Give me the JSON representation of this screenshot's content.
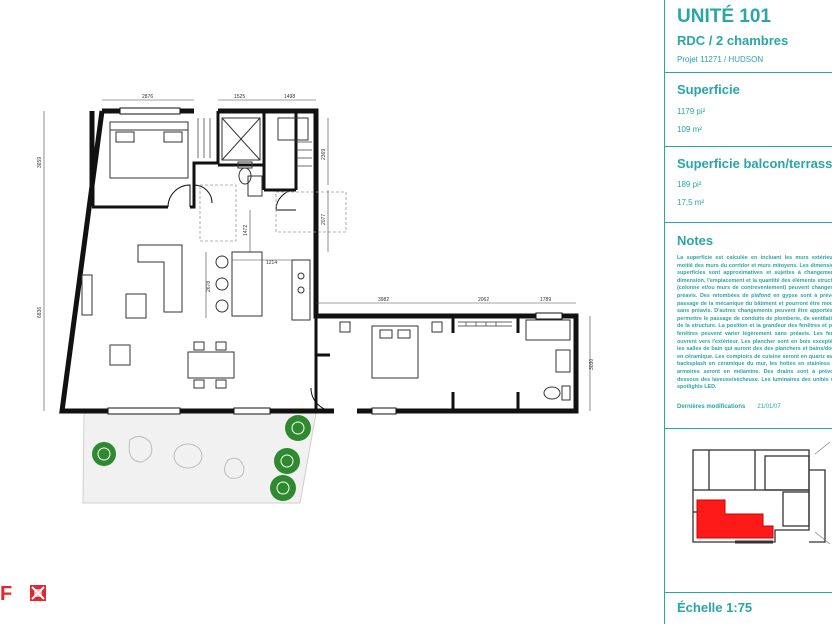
{
  "unit": {
    "title": "UNITÉ 101",
    "subtitle": "RDC / 2 chambres",
    "project": "Projet 11271 / HUDSON"
  },
  "superficie": {
    "heading": "Superficie",
    "imperial": "1179 pi²",
    "metric": "109 m²"
  },
  "balcon": {
    "heading": "Superficie balcon/terrasse",
    "imperial": "189 pi²",
    "metric": "17,5 m²"
  },
  "notes": {
    "heading": "Notes",
    "body": "La superficie est calculée en incluant les murs extérieurs, la moitié des murs du corridor et murs mitoyens. Les dimensions et superficies sont approximatives et sujettes à changement. La dimension, l'emplacement et la quantité des éléments structuraux (colonne et/ou murs de contreventement) peuvent changer sans préavis. Des retombées de plafond en gypse sont à prévoir au passage de la mécanique du bâtiment et pourront être modifiées sans préavis. D'autres changements peuvent être apportés pour permettre le passage de conduits de plomberie, de ventilation ou de la structure. La position et la grandeur des fenêtres et portes-fenêtres peuvent varier légèrement sans préavis. Les fenêtres ouvrent vers l'extérieur. Les plancher sont en bois excepté pour les salles de bain qui auront des des planchers et bains/douches en céramique. Les comptoirs de cuisine seront en quartz avec un backsplash en céramique du mur, les hottes en stainless et les armoires seront en mélamine. Des drains sont à prévoir en dessous des laveuse/sécheuse. Les luminaires des unités sont à spotlights LED.",
    "modified_label": "Dernières modifications",
    "modified_date": "21/01/07"
  },
  "scale": "Échelle 1:75",
  "plan": {
    "dimensions": {
      "top_bedroom": "2876",
      "top_bath": "1525",
      "top_closet": "1498",
      "left_bedroom": "3659",
      "closet_right": "2369",
      "hall_v": "2077",
      "hall_h": "1472",
      "island_v": "2678",
      "island_h": "1214",
      "left_living": "6836",
      "bed2_width": "3982",
      "walkin_width": "2062",
      "bath2_width": "1789",
      "bed2_height": "3030"
    }
  },
  "colors": {
    "accent": "#2aa6a6",
    "wall": "#111111",
    "tree": "#1f7a1f",
    "highlight": "#ff1a1a",
    "brand": "#e3262f"
  },
  "icons": [
    "bed-icon",
    "tree-icon",
    "toilet-icon",
    "bathtub-icon",
    "sofa-icon",
    "brand-logo-icon"
  ]
}
